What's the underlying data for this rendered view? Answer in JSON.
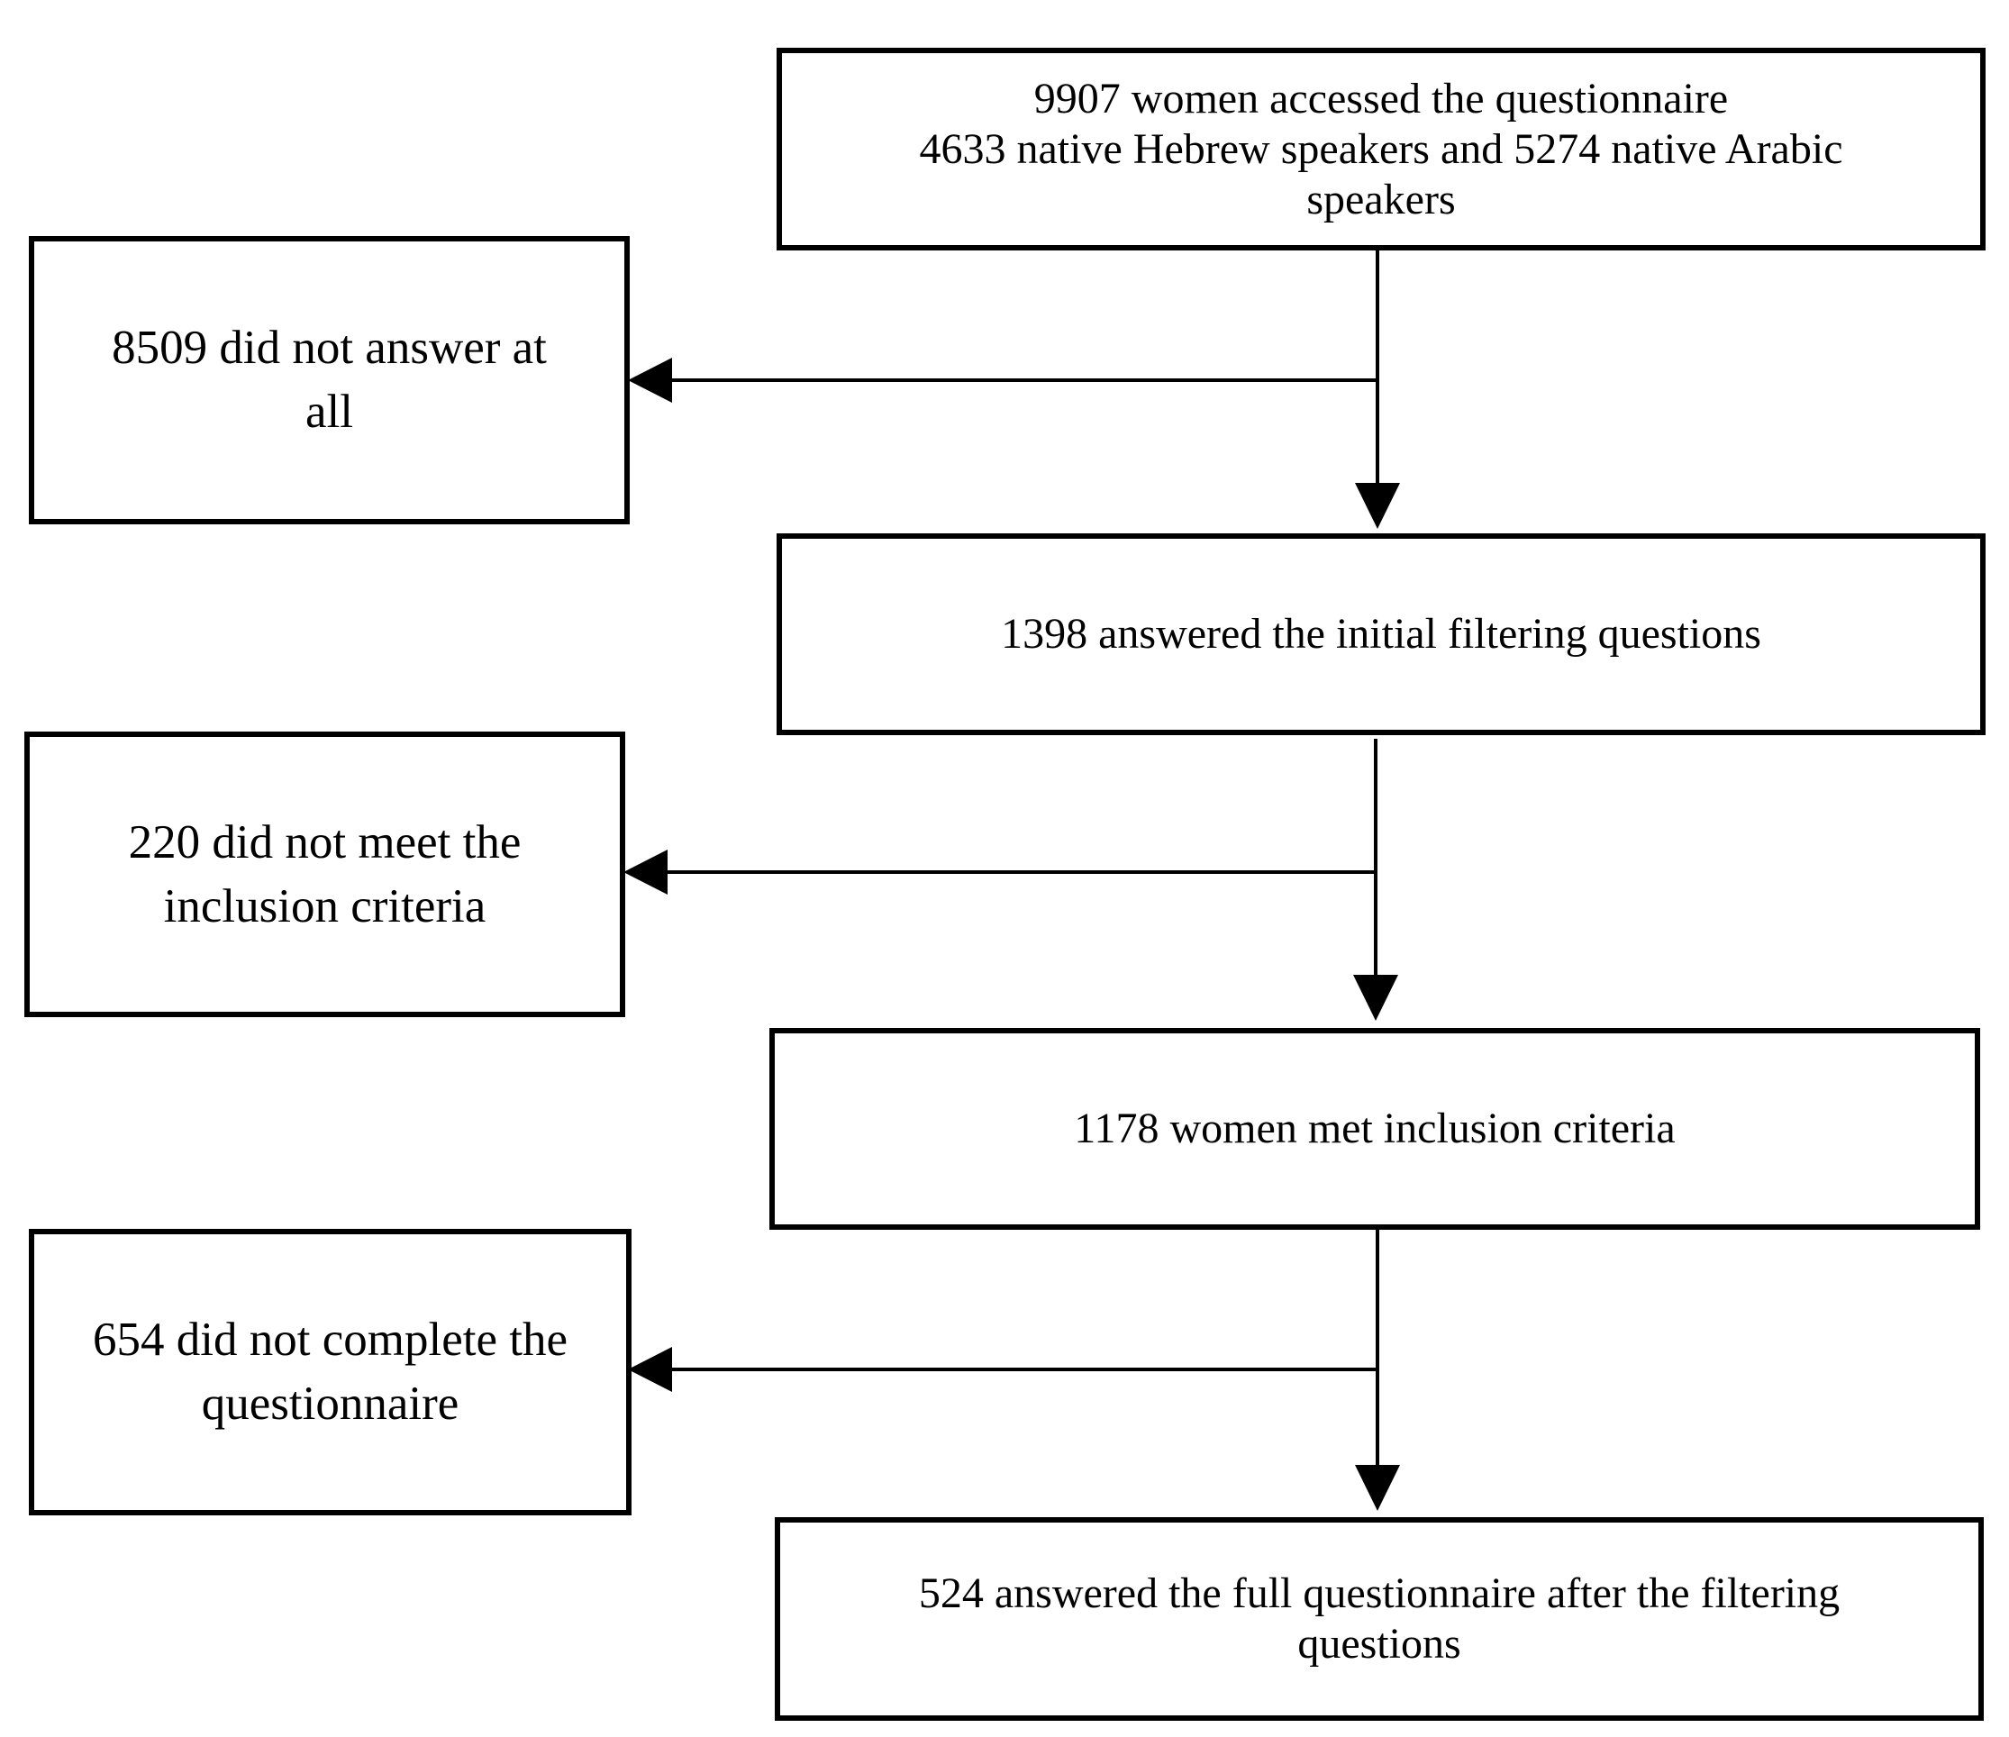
{
  "flowchart": {
    "steps": [
      {
        "lines": [
          "9907 women accessed the questionnaire",
          "4633 native Hebrew speakers and 5274 native Arabic",
          "speakers"
        ]
      },
      {
        "lines": [
          "1398 answered the initial filtering questions"
        ]
      },
      {
        "lines": [
          "1178 women met inclusion criteria"
        ]
      },
      {
        "lines": [
          "524 answered the full questionnaire after the filtering",
          "questions"
        ]
      }
    ],
    "exclusions": [
      {
        "lines": [
          "8509 did not answer at",
          "all"
        ]
      },
      {
        "lines": [
          "220 did not meet the",
          "inclusion criteria"
        ]
      },
      {
        "lines": [
          "654 did not complete the",
          "questionnaire"
        ]
      }
    ]
  },
  "colors": {
    "stroke": "#000000",
    "background": "#ffffff"
  }
}
